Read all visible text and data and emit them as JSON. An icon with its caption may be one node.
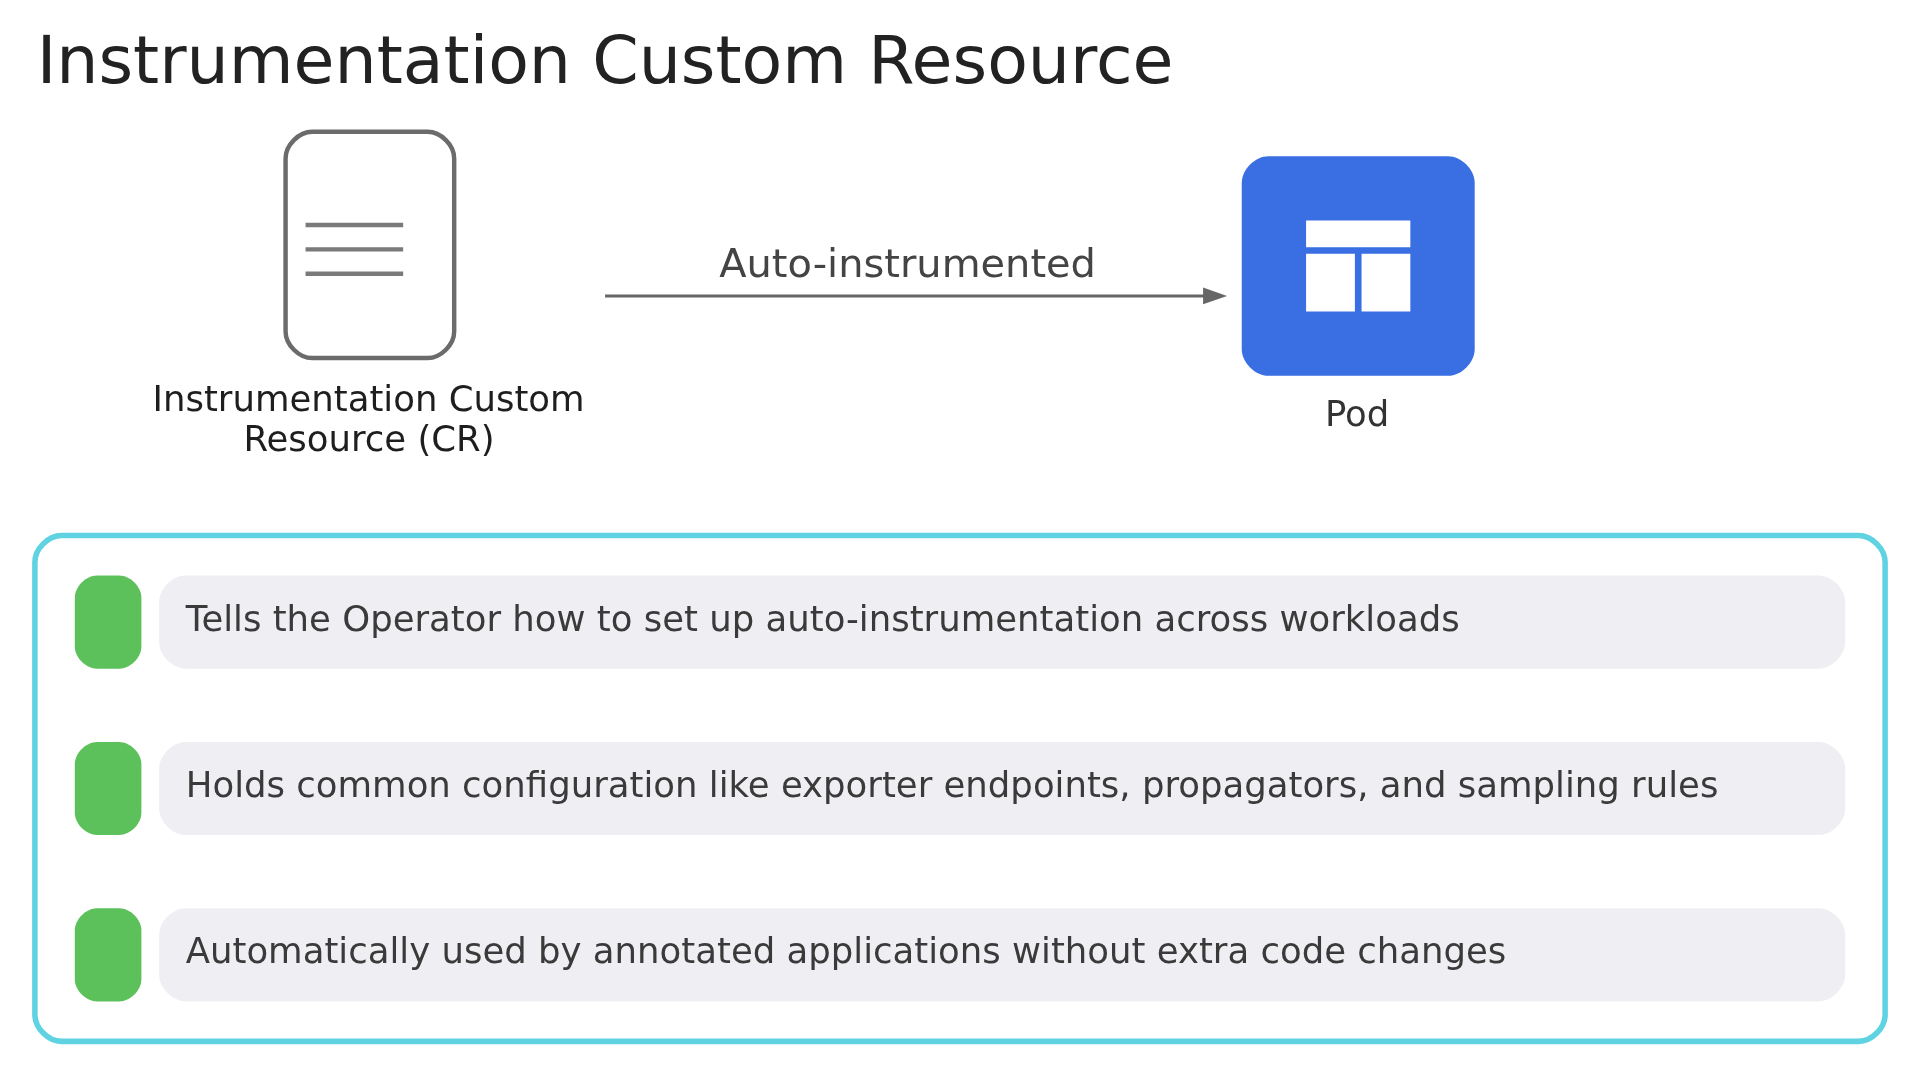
{
  "diagram": {
    "title": "Instrumentation Custom Resource",
    "nodes": [
      {
        "text": [
          "Instrumentation Custom Resource (CR)"
        ]
      },
      {
        "text": [
          "Pod"
        ]
      },
      {
        "text": [],
        "shape": "box"
      },
      {
        "text": [
          "Tells the Operator how to set up auto-instrumentation across workloads"
        ],
        "in": 2
      },
      {
        "text": [
          "Holds common configuration like exporter endpoints, propagators, and sampling rules"
        ],
        "in": 2
      },
      {
        "text": [
          "Automatically used by annotated applications without extra code changes"
        ],
        "in": 2
      }
    ],
    "edges": [
      {
        "from": 0,
        "to": 1,
        "arrow": "to",
        "label": "Auto-instrumented"
      }
    ]
  }
}
